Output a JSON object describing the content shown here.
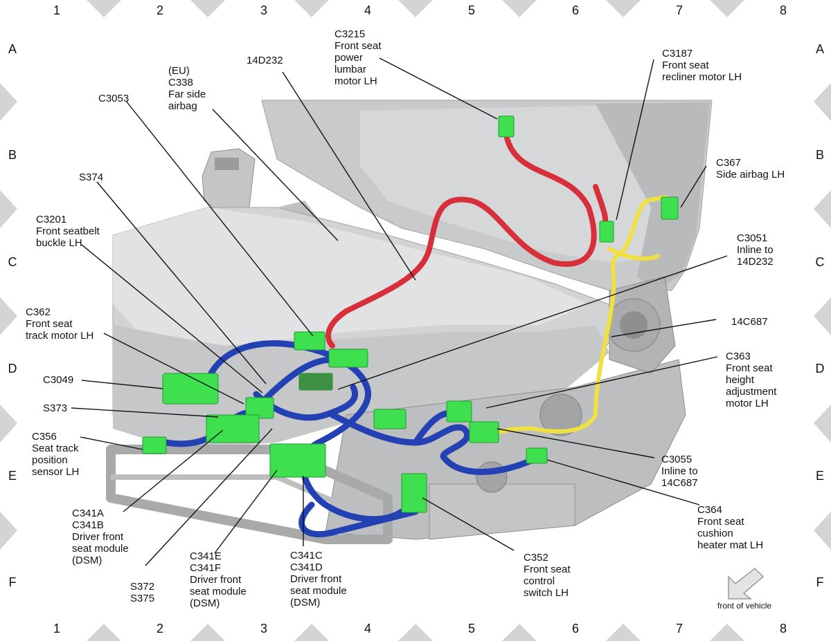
{
  "grid": {
    "columns": [
      "1",
      "2",
      "3",
      "4",
      "5",
      "6",
      "7",
      "8"
    ],
    "rows": [
      "A",
      "B",
      "C",
      "D",
      "E",
      "F"
    ]
  },
  "labels": {
    "c3215": [
      "C3215",
      "Front seat",
      "power",
      "lumbar",
      "motor LH"
    ],
    "c3187": [
      "C3187",
      "Front seat",
      "recliner motor LH"
    ],
    "d14d232": [
      "14D232"
    ],
    "eu_c338": [
      "(EU)",
      "C338",
      "Far side",
      "airbag"
    ],
    "c3053": [
      "C3053"
    ],
    "c367": [
      "C367",
      "Side airbag LH"
    ],
    "s374": [
      "S374"
    ],
    "c3201": [
      "C3201",
      "Front seatbelt",
      "buckle LH"
    ],
    "c3051": [
      "C3051",
      "Inline to",
      "14D232"
    ],
    "c362": [
      "C362",
      "Front seat",
      "track motor LH"
    ],
    "c14c687": [
      "14C687"
    ],
    "c363": [
      "C363",
      "Front seat",
      "height",
      "adjustment",
      "motor LH"
    ],
    "c3049": [
      "C3049"
    ],
    "s373": [
      "S373"
    ],
    "c356": [
      "C356",
      "Seat track",
      "position",
      "sensor LH"
    ],
    "c3055": [
      "C3055",
      "Inline to",
      "14C687"
    ],
    "c341ab": [
      "C341A",
      "C341B",
      "Driver front",
      "seat module",
      "(DSM)"
    ],
    "c364": [
      "C364",
      "Front seat",
      "cushion",
      "heater mat LH"
    ],
    "c352": [
      "C352",
      "Front seat",
      "control",
      "switch LH"
    ],
    "c341ef": [
      "C341E",
      "C341F",
      "Driver front",
      "seat module",
      "(DSM)"
    ],
    "c341cd": [
      "C341C",
      "C341D",
      "Driver front",
      "seat module",
      "(DSM)"
    ],
    "s372_375": [
      "S372",
      "S375"
    ]
  },
  "front_note": "front of vehicle",
  "colors": {
    "connector": "#3ee04f",
    "harness_red": "#e0323c",
    "harness_blue": "#1f3fb0",
    "harness_yellow": "#f2e84a",
    "seat": "#cfd0d2"
  }
}
